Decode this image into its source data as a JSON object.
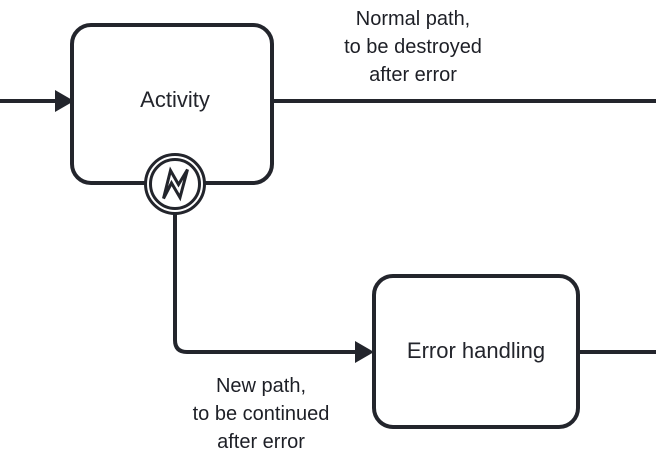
{
  "diagram": {
    "type": "bpmn-error-boundary-event",
    "colors": {
      "stroke": "#23252C",
      "text": "#1d1f26",
      "background": "#ffffff"
    },
    "nodes": {
      "activity": {
        "label": "Activity",
        "shape": "rounded-rectangle"
      },
      "error_handling": {
        "label": "Error handling",
        "shape": "rounded-rectangle"
      },
      "boundary_event": {
        "icon_name": "error-event-icon",
        "shape": "double-circle",
        "symbol": "error-bolt"
      }
    },
    "edges": {
      "incoming": {
        "label": ""
      },
      "normal_path": {
        "label_line1": "Normal path,",
        "label_line2": "to be destroyed",
        "label_line3": "after error"
      },
      "error_path": {
        "label_line1": "New path,",
        "label_line2": "to be continued",
        "label_line3": "after error"
      },
      "error_outgoing": {
        "label": ""
      }
    }
  }
}
